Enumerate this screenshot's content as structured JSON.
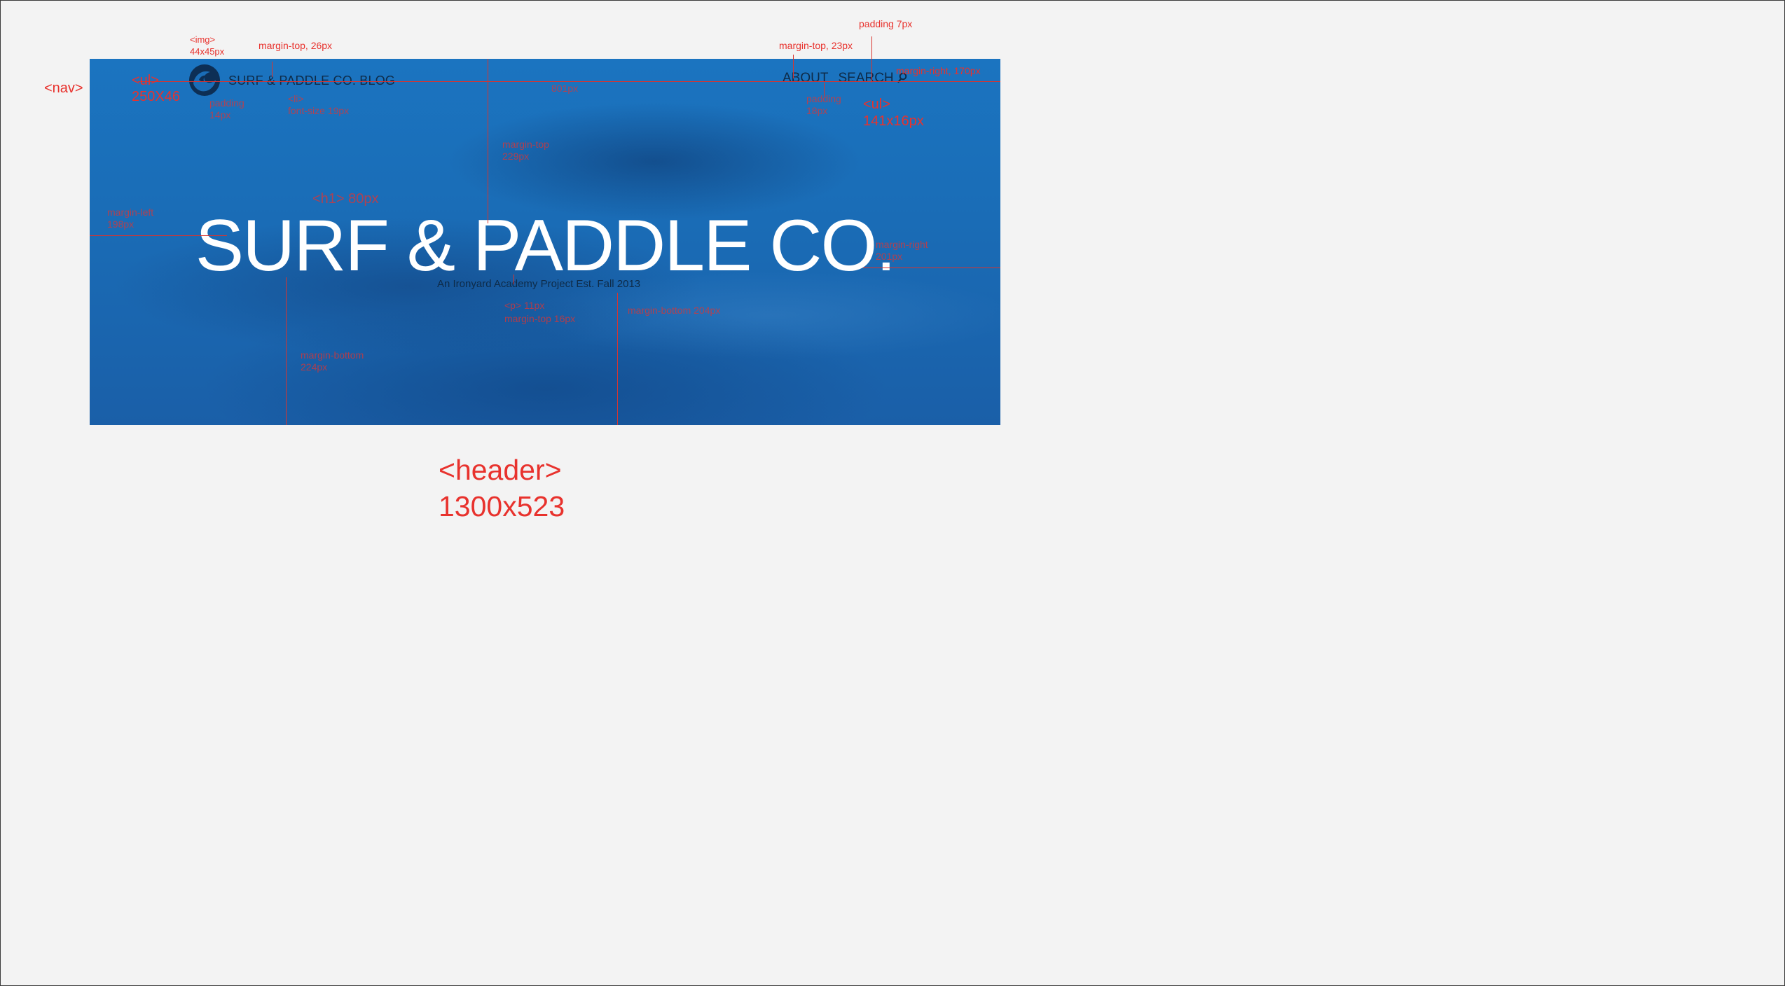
{
  "site": {
    "brand": "SURF & PADDLE CO. BLOG",
    "nav": [
      {
        "label": "ABOUT"
      },
      {
        "label": "SEARCH"
      }
    ],
    "title": "SURF & PADDLE CO.",
    "subtitle": "An Ironyard Academy Project Est. Fall 2013"
  },
  "annotations": {
    "nav_tag": "<nav>",
    "ul_left_tag": "<ul>",
    "ul_left_size": "250X46",
    "img_tag": "<img>",
    "img_size": "44x45px",
    "img_padding_1": "padding",
    "img_padding_2": "14px",
    "margin_top_26": "margin-top, 26px",
    "li_tag": "<li>",
    "li_font_size": "font-size 19px",
    "width_801": "801px",
    "margin_top_229_1": "margin-top",
    "margin_top_229_2": "229px",
    "h1_label": "<h1> 80px",
    "margin_left_1": "margin-left",
    "margin_left_2": "198px",
    "margin_right_201_1": "margin-right",
    "margin_right_201_2": "201px",
    "p_label": "<p> 11px",
    "p_margin_top": "margin-top 16px",
    "margin_bottom_204": "margin-bottom 204px",
    "margin_bottom_224_1": "margin-bottom",
    "margin_bottom_224_2": "224px",
    "padding_7": "padding 7px",
    "margin_top_23": "margin-top, 23px",
    "margin_right_170": "margin-right, 170px",
    "padding_18_1": "padding",
    "padding_18_2": "18px",
    "ul_right_tag": "<ul>",
    "ul_right_size": "141x16px",
    "header_tag": "<header>",
    "header_size": "1300x523"
  },
  "colors": {
    "background": "#f3f3f3",
    "hero_blue": "#1a6db7",
    "annotation_red": "#e8322d",
    "nav_text": "#0e2b48",
    "title_white": "#ffffff"
  },
  "icons": [
    "wave-logo-icon",
    "search-icon"
  ]
}
